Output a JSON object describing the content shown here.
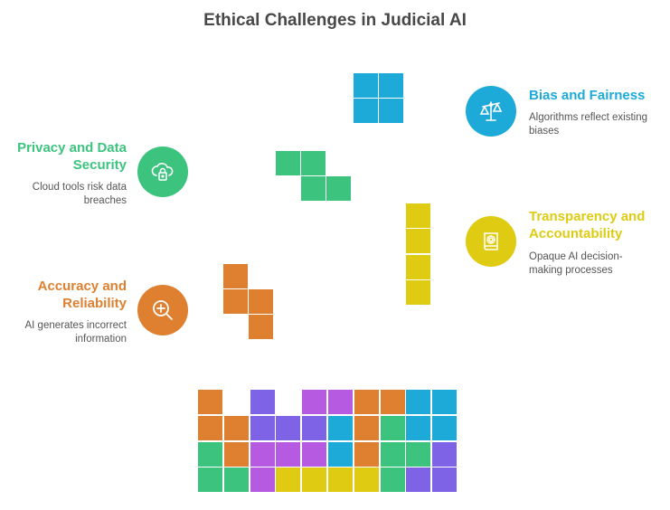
{
  "title": "Ethical Challenges in Judicial AI",
  "colors": {
    "orange": "#de8030",
    "blue": "#1eaad9",
    "green": "#3cc47f",
    "yellow": "#dfcb12",
    "purple": "#7f63e6",
    "magenta": "#b75ae2"
  },
  "items": [
    {
      "heading": "Bias and Fairness",
      "description": "Algorithms reflect existing biases",
      "icon": "scales-icon",
      "color": "#1eaad9"
    },
    {
      "heading": "Privacy and Data Security",
      "description": "Cloud tools risk data breaches",
      "icon": "cloud-lock-icon",
      "color": "#3cc47f"
    },
    {
      "heading": "Transparency and Accountability",
      "description": "Opaque AI decision-making processes",
      "icon": "book-gear-icon",
      "color": "#dfcb12"
    },
    {
      "heading": "Accuracy and Reliability",
      "description": "AI generates incorrect information",
      "icon": "magnify-plus-icon",
      "color": "#de8030"
    }
  ],
  "grid": [
    [
      "orange",
      null,
      "purple",
      null,
      "magenta",
      "magenta",
      "orange",
      "orange",
      "blue",
      "blue"
    ],
    [
      "orange",
      "orange",
      "purple",
      "purple",
      "purple",
      "blue",
      "orange",
      "green",
      "blue",
      "blue"
    ],
    [
      "green",
      "orange",
      "magenta",
      "magenta",
      "magenta",
      "blue",
      "orange",
      "green",
      "green",
      "purple"
    ],
    [
      "green",
      "green",
      "magenta",
      "yellow",
      "yellow",
      "yellow",
      "yellow",
      "green",
      "purple",
      "purple"
    ]
  ]
}
